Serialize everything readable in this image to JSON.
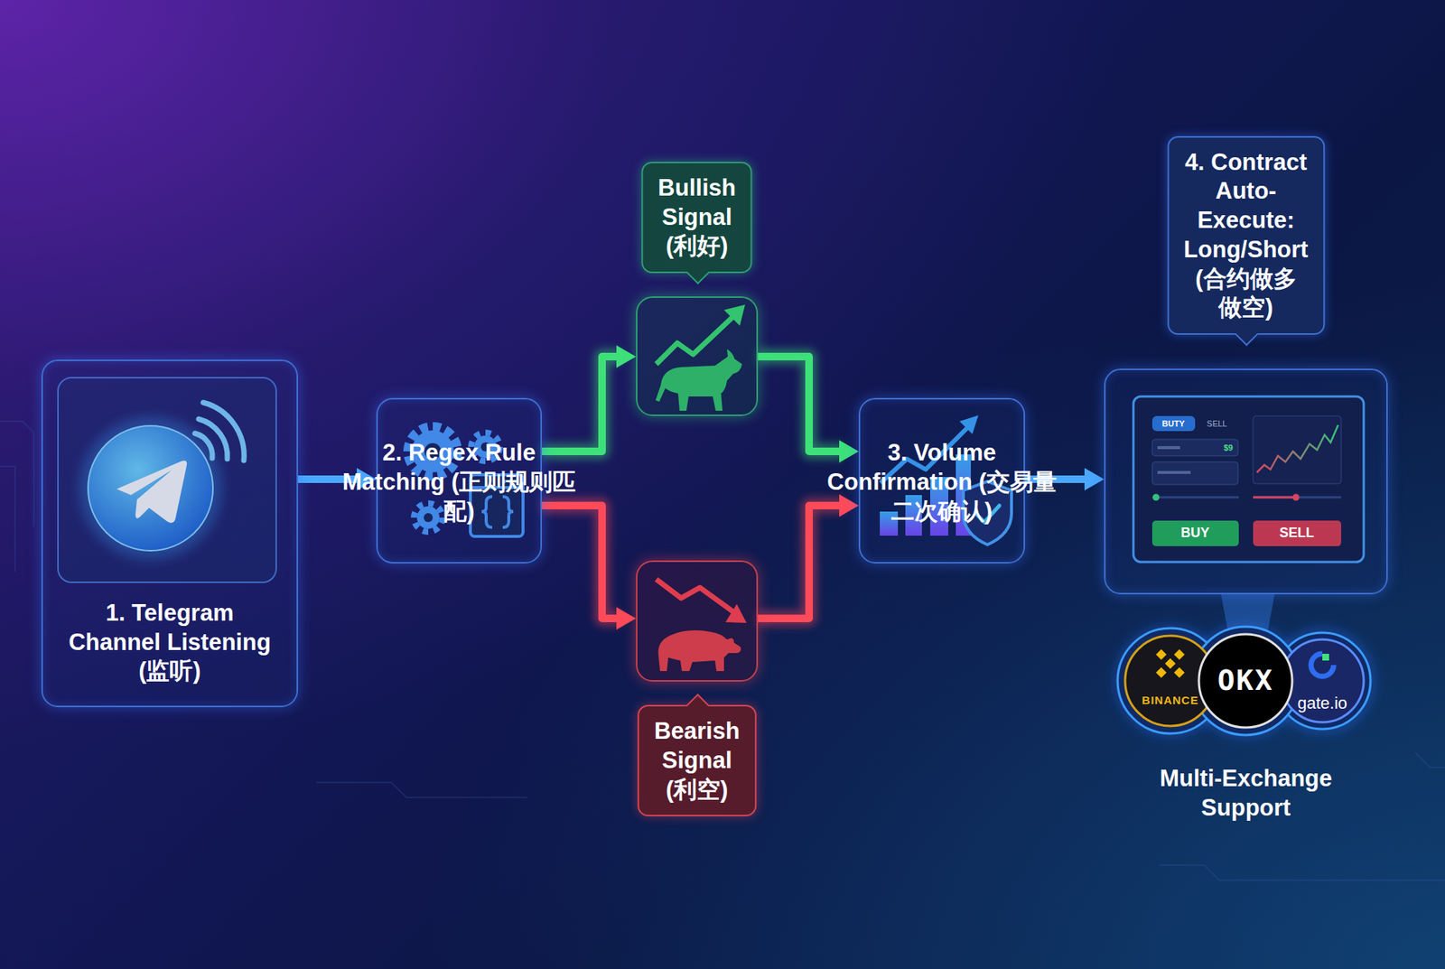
{
  "diagram": {
    "nodes": [
      {
        "text": [
          "1. Telegram Channel Listening (监听)"
        ]
      },
      {
        "text": [
          "2. Regex Rule Matching (正则规则匹配)"
        ]
      },
      {
        "text": [
          "Bullish Signal (利好)"
        ]
      },
      {
        "text": [
          "Bearish Signal (利空)"
        ]
      },
      {
        "text": [
          "3. Volume Confirmation (交易量二次确认)"
        ]
      },
      {
        "text": [
          "4. Contract Auto-Execute: Long/Short (合约做多做空)",
          "Multi-Exchange Support"
        ]
      }
    ],
    "edges": [
      {
        "from": 0,
        "to": 1,
        "arrow": "to"
      },
      {
        "from": 1,
        "to": 2,
        "arrow": "to"
      },
      {
        "from": 1,
        "to": 3,
        "arrow": "to"
      },
      {
        "from": 2,
        "to": 4,
        "arrow": "to"
      },
      {
        "from": 3,
        "to": 4,
        "arrow": "to"
      },
      {
        "from": 4,
        "to": 5,
        "arrow": "to"
      }
    ],
    "labels": [
      "BUTY",
      "SELL",
      "$9",
      "BUY",
      "SELL",
      "BINANCE",
      "OKX",
      "gate.io"
    ]
  }
}
